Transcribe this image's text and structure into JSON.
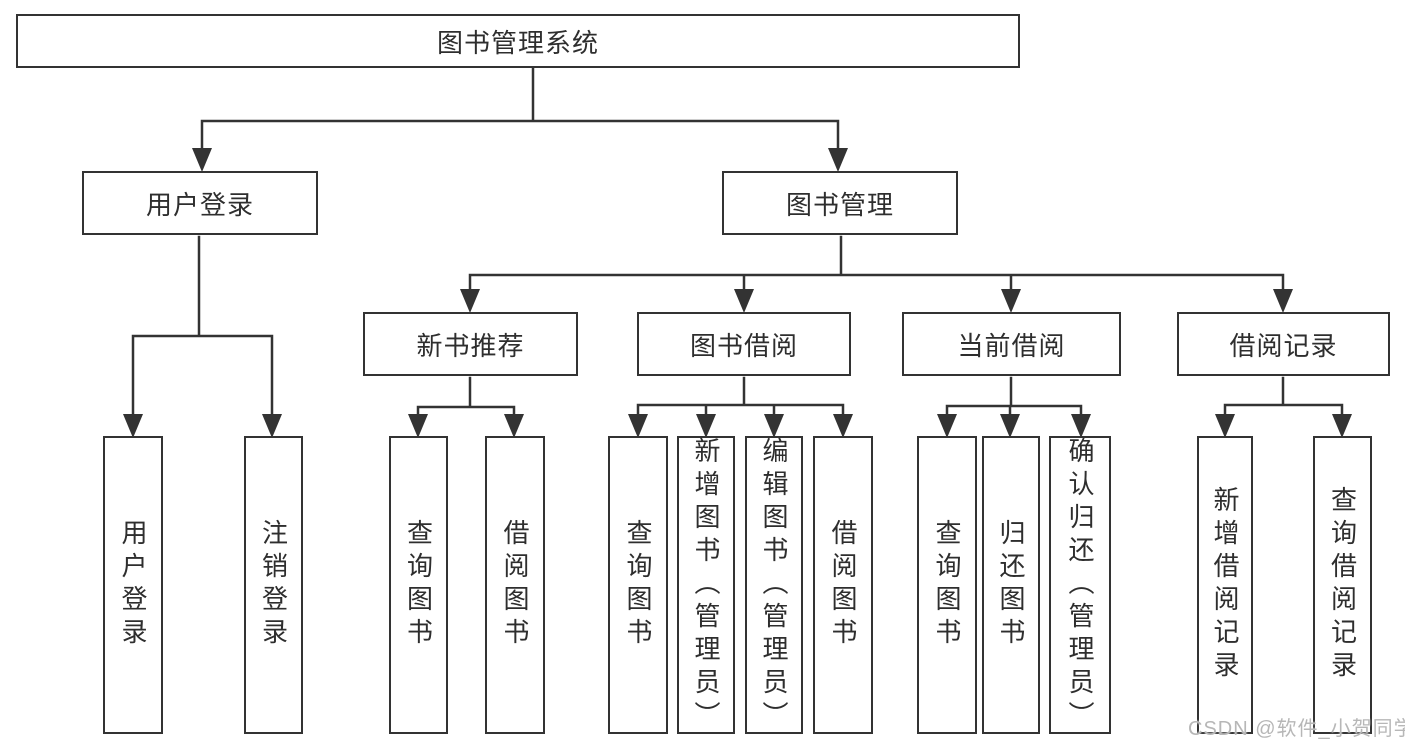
{
  "diagram": {
    "root": {
      "label": "图书管理系统"
    },
    "branches": [
      {
        "label": "用户登录",
        "children": [
          {
            "label": "用户登录"
          },
          {
            "label": "注销登录"
          }
        ]
      },
      {
        "label": "图书管理",
        "groups": [
          {
            "label": "新书推荐",
            "children": [
              {
                "label": "查询图书"
              },
              {
                "label": "借阅图书"
              }
            ]
          },
          {
            "label": "图书借阅",
            "children": [
              {
                "label": "查询图书"
              },
              {
                "label": "新增图书（管理员）"
              },
              {
                "label": "编辑图书（管理员）"
              },
              {
                "label": "借阅图书"
              }
            ]
          },
          {
            "label": "当前借阅",
            "children": [
              {
                "label": "查询图书"
              },
              {
                "label": "归还图书"
              },
              {
                "label": "确认归还（管理员）"
              }
            ]
          },
          {
            "label": "借阅记录",
            "children": [
              {
                "label": "新增借阅记录"
              },
              {
                "label": "查询借阅记录"
              }
            ]
          }
        ]
      }
    ]
  },
  "watermark": {
    "text": "CSDN @软件_小贺同学"
  },
  "colors": {
    "background": "#ffffff",
    "line": "#333333",
    "text": "#2e2e2e",
    "watermark": "#b7b7b7"
  }
}
